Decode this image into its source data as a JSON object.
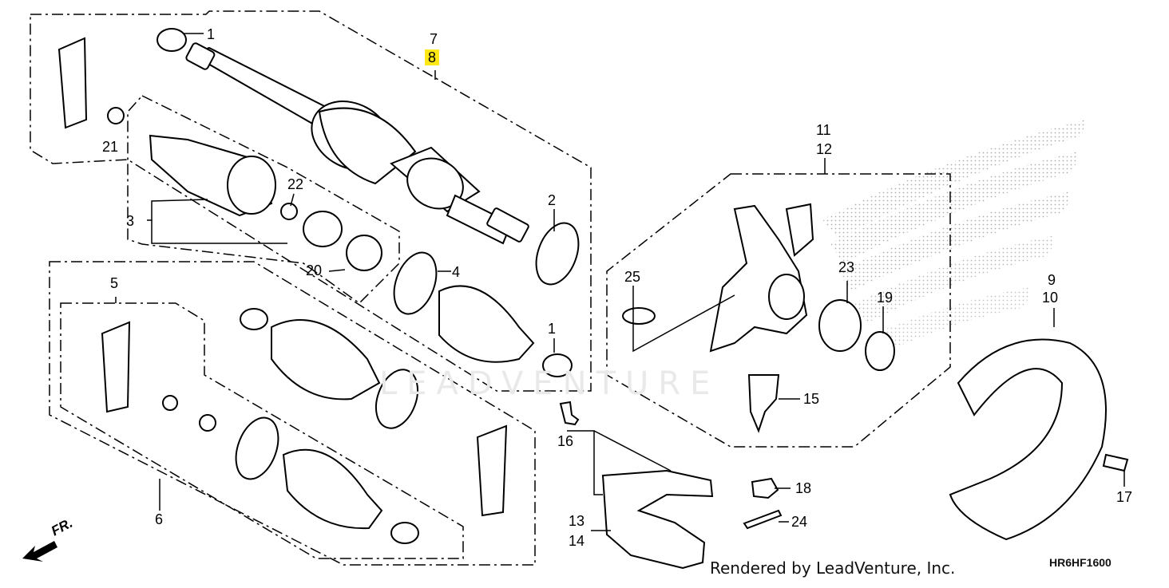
{
  "callouts": {
    "p1a": "1",
    "p1b": "1",
    "p2": "2",
    "p3": "3",
    "p4": "4",
    "p5": "5",
    "p6": "6",
    "p7": "7",
    "p8": "8",
    "p9": "9",
    "p10": "10",
    "p11": "11",
    "p12": "12",
    "p13": "13",
    "p14": "14",
    "p15": "15",
    "p16": "16",
    "p17": "17",
    "p18": "18",
    "p19": "19",
    "p20": "20",
    "p21": "21",
    "p22": "22",
    "p23": "23",
    "p24": "24",
    "p25": "25"
  },
  "highlight_color": "#ffe816",
  "watermark": "LEADVENTURE",
  "direction_marker": "FR.",
  "credit": "Rendered by LeadVenture, Inc.",
  "diagram_code": "HR6HF1600"
}
